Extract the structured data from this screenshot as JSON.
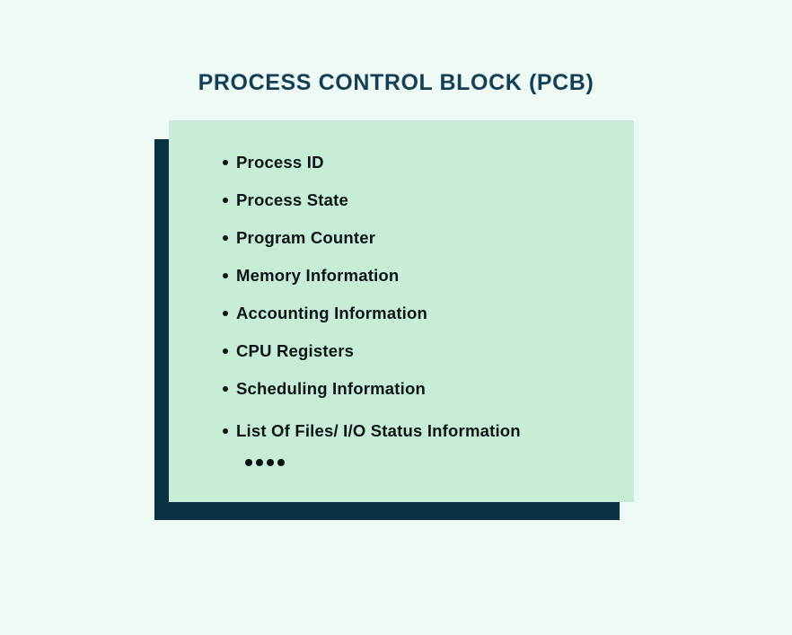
{
  "title": "PROCESS CONTROL BLOCK (PCB)",
  "card": {
    "items": [
      "Process ID",
      "Process State",
      "Program Counter",
      "Memory Information",
      "Accounting Information",
      "CPU Registers",
      "Scheduling Information",
      "List Of Files/ I/O Status Information"
    ],
    "more_indicator": "four-dots-ellipsis"
  },
  "colors": {
    "page-bg": "#f0faf4",
    "card-bg": "#c7edd6",
    "shadow-color": "#0a3245",
    "title-color": "#134056",
    "text-color": "#0d1419"
  }
}
